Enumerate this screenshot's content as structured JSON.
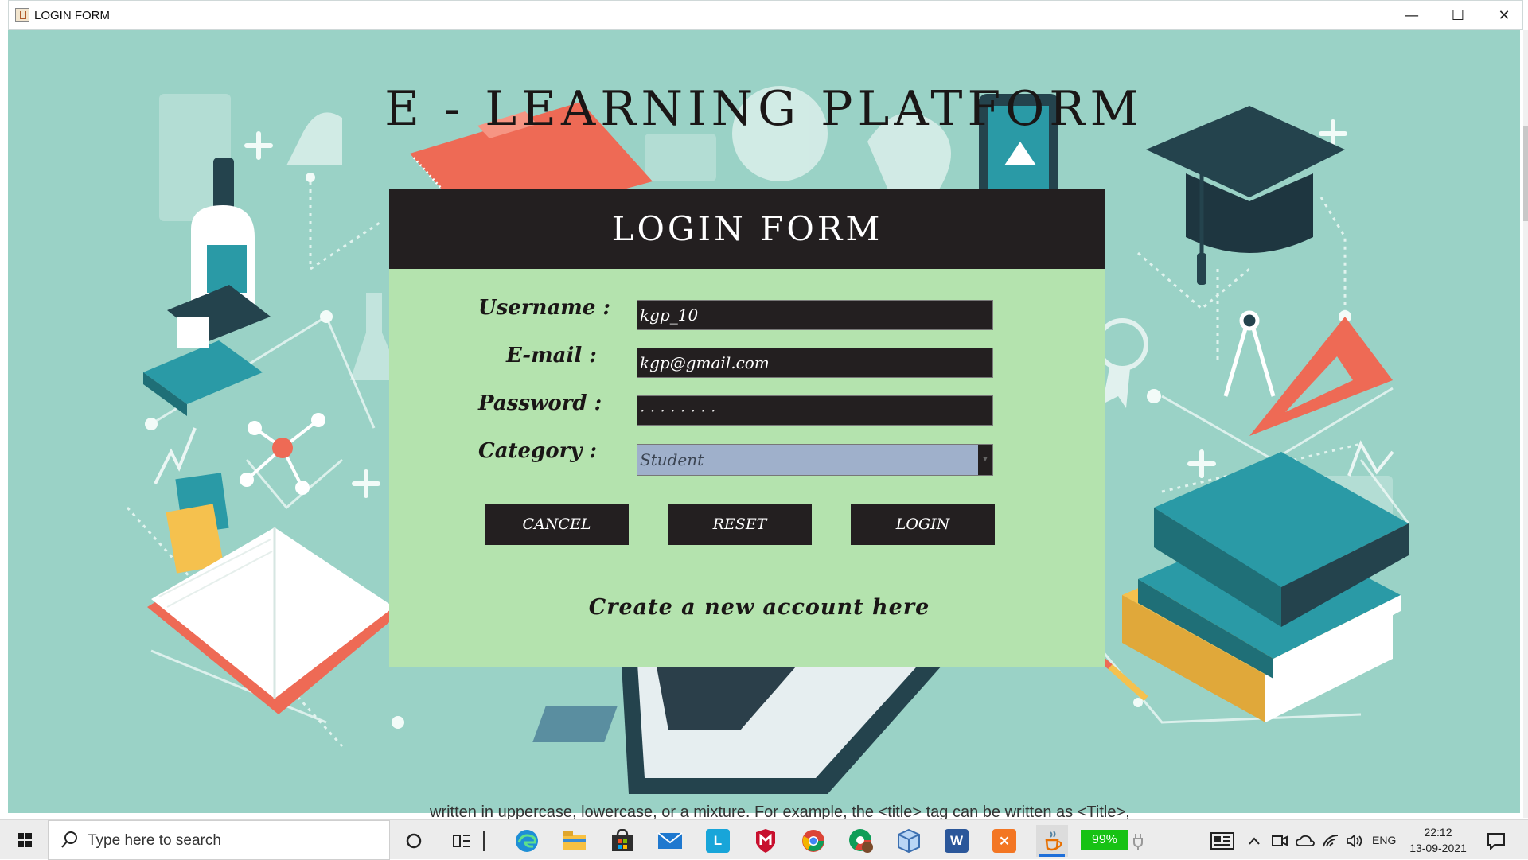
{
  "window": {
    "title": "LOGIN FORM",
    "controls": {
      "minimize": "—",
      "maximize": "☐",
      "close": "✕"
    }
  },
  "page": {
    "heading": "E - LEARNING PLATFORM"
  },
  "form": {
    "header": "LOGIN FORM",
    "username_label": "Username :",
    "username_value": "kgp_10",
    "email_label": "E-mail :",
    "email_value": "kgp@gmail.com",
    "password_label": "Password :",
    "password_value": "· · · · · · · ·",
    "category_label": "Category :",
    "category_value": "Student",
    "buttons": {
      "cancel": "CANCEL",
      "reset": "RESET",
      "login": "LOGIN"
    },
    "create_account": "Create a new account here"
  },
  "behind_window": {
    "text": "written in uppercase, lowercase, or a mixture. For example, the <title> tag can be written as <Title>,"
  },
  "taskbar": {
    "search_placeholder": "Type here to search",
    "apps": [
      {
        "name": "cortana-icon",
        "active": false
      },
      {
        "name": "task-view-icon",
        "active": false
      },
      {
        "name": "edge-icon",
        "active": false
      },
      {
        "name": "file-explorer-icon",
        "active": false
      },
      {
        "name": "store-icon",
        "active": false
      },
      {
        "name": "mail-icon",
        "active": false
      },
      {
        "name": "l-app-icon",
        "active": false
      },
      {
        "name": "mcafee-icon",
        "active": false
      },
      {
        "name": "chrome-icon",
        "active": false
      },
      {
        "name": "chrome-profile-icon",
        "active": false
      },
      {
        "name": "virtualbox-icon",
        "active": false
      },
      {
        "name": "word-icon",
        "active": false
      },
      {
        "name": "xampp-icon",
        "active": false
      },
      {
        "name": "java-icon",
        "active": true
      }
    ],
    "battery": "99%",
    "language": "ENG",
    "time": "22:12",
    "date": "13-09-2021"
  },
  "colors": {
    "background": "#9ad2c6",
    "form_panel": "#b4e3ae",
    "dark": "#231f20",
    "select": "#9fb0cb",
    "accent_red": "#ee6a55",
    "accent_teal": "#2a9aa6",
    "accent_yellow": "#f5c14e"
  }
}
